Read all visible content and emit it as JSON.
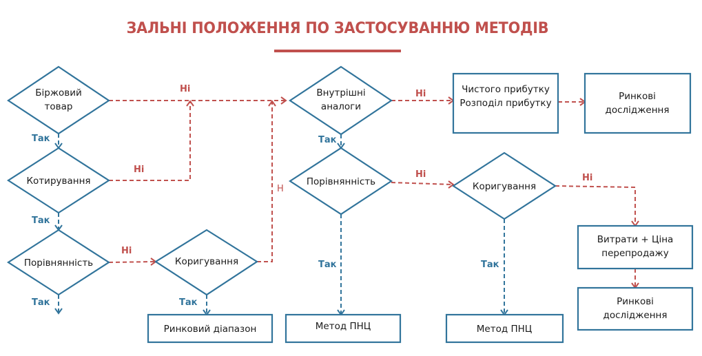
{
  "title": "ЗАЛЬНІ ПОЛОЖЕННЯ ПО ЗАСТОСУВАННЮ МЕТОДІВ",
  "colors": {
    "accent": "#c0504d",
    "shape_stroke": "#31749b",
    "text": "#1a1a1a"
  },
  "nodes": {
    "exchange_goods": {
      "type": "decision",
      "lines": [
        "Біржовий",
        "товар"
      ]
    },
    "quotation": {
      "type": "decision",
      "lines": [
        "Котирування"
      ]
    },
    "comparability_left": {
      "type": "decision",
      "lines": [
        "Порівнянність"
      ]
    },
    "adjustment_left": {
      "type": "decision",
      "lines": [
        "Коригування"
      ]
    },
    "market_range": {
      "type": "process",
      "lines": [
        "Ринковий діапазон"
      ]
    },
    "internal_analogs": {
      "type": "decision",
      "lines": [
        "Внутрішні",
        "аналоги"
      ]
    },
    "comparability_mid": {
      "type": "decision",
      "lines": [
        "Порівнянність"
      ]
    },
    "adjustment_right": {
      "type": "decision",
      "lines": [
        "Коригування"
      ]
    },
    "profit": {
      "type": "process",
      "lines": [
        "Чистого прибутку",
        "Розподіл прибутку"
      ]
    },
    "market_research_top": {
      "type": "process",
      "lines": [
        "Ринкові",
        "дослідження"
      ]
    },
    "cost_resale": {
      "type": "process",
      "lines": [
        "Витрати + Ціна",
        "перепродажу"
      ]
    },
    "market_research_bottom": {
      "type": "process",
      "lines": [
        "Ринкові",
        "дослідження"
      ]
    },
    "cup_method_1": {
      "type": "process",
      "lines": [
        "Метод ПНЦ"
      ]
    },
    "cup_method_2": {
      "type": "process",
      "lines": [
        "Метод ПНЦ"
      ]
    }
  },
  "edge_labels": {
    "yes": "Так",
    "no": "Ні",
    "no_short": "Н"
  },
  "edges": [
    {
      "from": "exchange_goods",
      "to": "internal_analogs",
      "label": "Ні",
      "kind": "no"
    },
    {
      "from": "exchange_goods",
      "to": "quotation",
      "label": "Так",
      "kind": "yes"
    },
    {
      "from": "quotation",
      "to": "internal_analogs",
      "label": "Ні",
      "kind": "no"
    },
    {
      "from": "quotation",
      "to": "comparability_left",
      "label": "Так",
      "kind": "yes"
    },
    {
      "from": "comparability_left",
      "to": "adjustment_left",
      "label": "Ні",
      "kind": "no"
    },
    {
      "from": "comparability_left",
      "to": null,
      "label": "Так",
      "kind": "yes"
    },
    {
      "from": "adjustment_left",
      "to": "market_range",
      "label": "Так",
      "kind": "yes"
    },
    {
      "from": "adjustment_left",
      "to": "internal_analogs",
      "label": "Н",
      "kind": "no"
    },
    {
      "from": "internal_analogs",
      "to": "profit",
      "label": "Ні",
      "kind": "no"
    },
    {
      "from": "internal_analogs",
      "to": "comparability_mid",
      "label": "Так",
      "kind": "yes"
    },
    {
      "from": "profit",
      "to": "market_research_top",
      "label": "",
      "kind": "no"
    },
    {
      "from": "comparability_mid",
      "to": "adjustment_right",
      "label": "Ні",
      "kind": "no"
    },
    {
      "from": "comparability_mid",
      "to": "cup_method_1",
      "label": "Так",
      "kind": "yes"
    },
    {
      "from": "adjustment_right",
      "to": "cost_resale",
      "label": "Ні",
      "kind": "no"
    },
    {
      "from": "adjustment_right",
      "to": "cup_method_2",
      "label": "Так",
      "kind": "yes"
    },
    {
      "from": "cost_resale",
      "to": "market_research_bottom",
      "label": "",
      "kind": "no"
    }
  ]
}
